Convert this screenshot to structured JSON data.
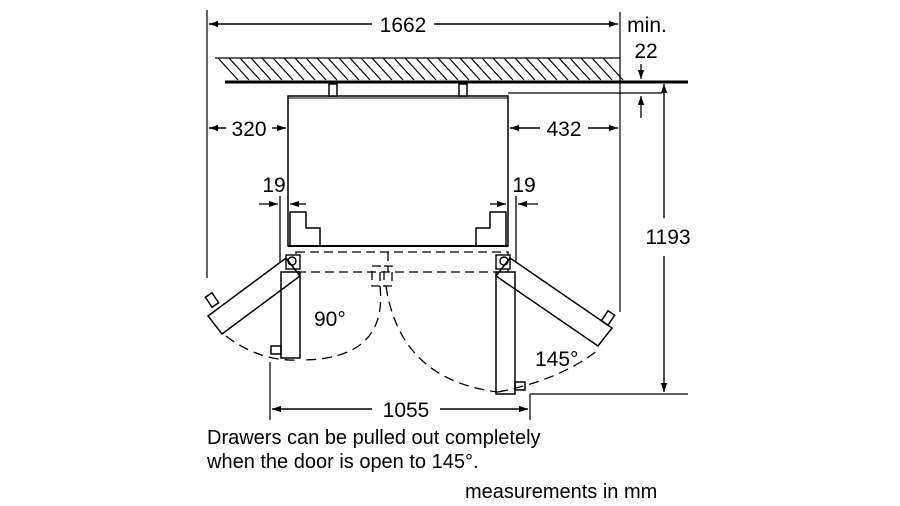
{
  "diagram": {
    "labels": {
      "total_width": "1662",
      "min_label": "min.",
      "min_value": "22",
      "left_clearance": "320",
      "right_clearance": "432",
      "left_hinge_offset": "19",
      "right_hinge_offset": "19",
      "depth": "1193",
      "left_door_angle": "90°",
      "right_door_angle": "145°",
      "door_span": "1055"
    },
    "notes": {
      "drawer_line1": "Drawers can be pulled out completely",
      "drawer_line2": "when the door is open to 145°.",
      "units": "measurements in mm"
    },
    "colors": {
      "ink": "#000000",
      "background": "#ffffff"
    }
  }
}
